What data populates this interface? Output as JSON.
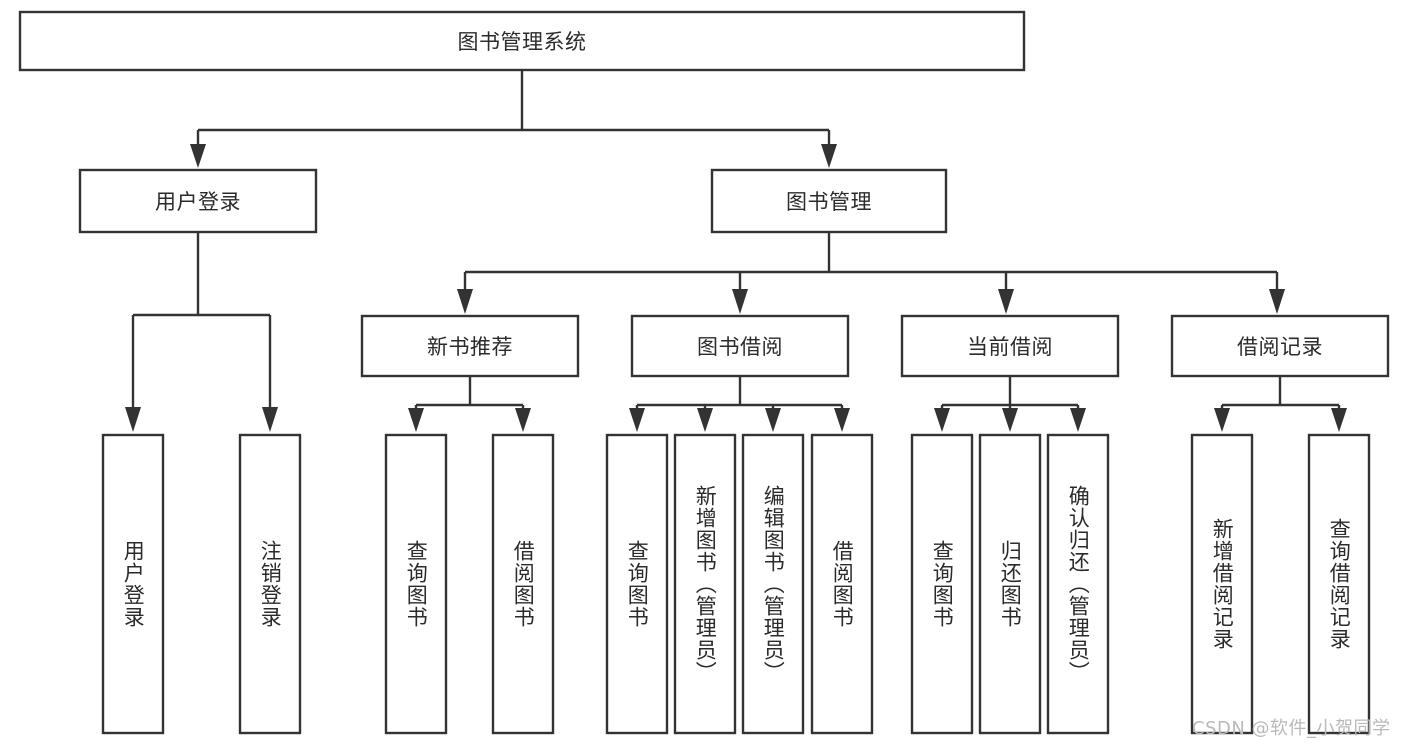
{
  "diagram": {
    "type": "tree-hierarchy",
    "title": "图书管理系统",
    "watermark": "CSDN @软件_小贺同学",
    "colors": {
      "stroke": "#333333",
      "box_fill": "#ffffff",
      "text": "#2b2b2b",
      "background": "#ffffff",
      "watermark": "#b9b9b9"
    },
    "levels": {
      "root": {
        "label": "图书管理系统"
      },
      "level2": [
        {
          "id": "user-login",
          "label": "用户登录"
        },
        {
          "id": "book-management",
          "label": "图书管理"
        }
      ],
      "level3": [
        {
          "id": "new-book-recommend",
          "label": "新书推荐"
        },
        {
          "id": "book-borrow",
          "label": "图书借阅"
        },
        {
          "id": "current-borrow",
          "label": "当前借阅"
        },
        {
          "id": "borrow-record",
          "label": "借阅记录"
        }
      ],
      "leaves": {
        "user_login": [
          {
            "id": "leaf-user-login",
            "label": "用户登录"
          },
          {
            "id": "leaf-logout-login",
            "label": "注销登录"
          }
        ],
        "new_book_recommend": [
          {
            "id": "leaf-query-book-1",
            "label": "查询图书"
          },
          {
            "id": "leaf-borrow-book-1",
            "label": "借阅图书"
          }
        ],
        "book_borrow": [
          {
            "id": "leaf-query-book-2",
            "label": "查询图书"
          },
          {
            "id": "leaf-add-book",
            "label": "新增图书（管理员）"
          },
          {
            "id": "leaf-edit-book",
            "label": "编辑图书（管理员）"
          },
          {
            "id": "leaf-borrow-book-2",
            "label": "借阅图书"
          }
        ],
        "current_borrow": [
          {
            "id": "leaf-query-book-3",
            "label": "查询图书"
          },
          {
            "id": "leaf-return-book",
            "label": "归还图书"
          },
          {
            "id": "leaf-confirm-return",
            "label": "确认归还（管理员）"
          }
        ],
        "borrow_record": [
          {
            "id": "leaf-add-record",
            "label": "新增借阅记录"
          },
          {
            "id": "leaf-query-record",
            "label": "查询借阅记录"
          }
        ]
      }
    }
  }
}
